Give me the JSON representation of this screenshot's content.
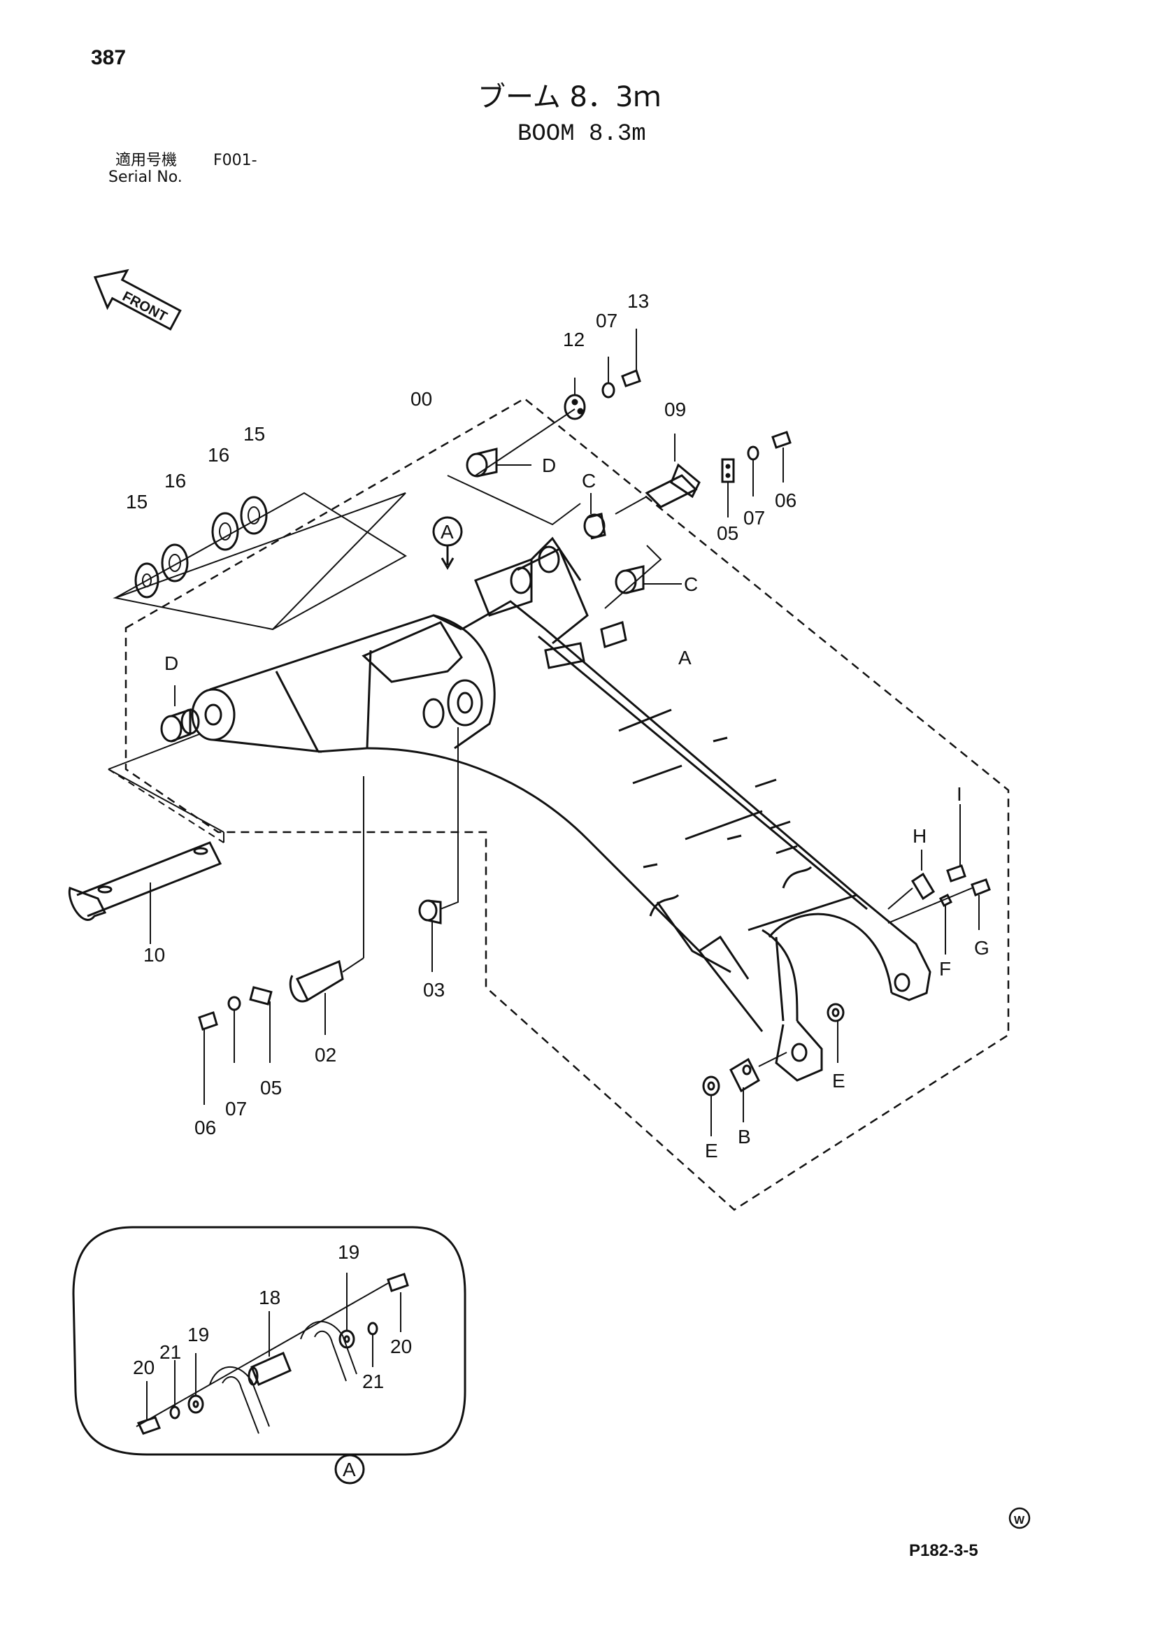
{
  "header": {
    "page_number": "387",
    "title_jp": "ブーム 8．3ｍ",
    "title_en": "BOOM 8.3m",
    "serial_label_jp": "適用号機",
    "serial_value": "F001-",
    "serial_label_en": "Serial No."
  },
  "front_arrow": {
    "label": "FRONT"
  },
  "callouts": {
    "p00": "00",
    "p02": "02",
    "p03": "03",
    "p05a": "05",
    "p05b": "05",
    "p06a": "06",
    "p06b": "06",
    "p07a": "07",
    "p07b": "07",
    "p07c": "07",
    "p09": "09",
    "p10": "10",
    "p12": "12",
    "p13": "13",
    "p15a": "15",
    "p15b": "15",
    "p16a": "16",
    "p16b": "16",
    "p18": "18",
    "p19a": "19",
    "p19b": "19",
    "p20a": "20",
    "p20b": "20",
    "p21a": "21",
    "p21b": "21"
  },
  "letters": {
    "A_circle": "A",
    "A_body": "A",
    "A_detail": "A",
    "B": "B",
    "C1": "C",
    "C2": "C",
    "D1": "D",
    "D2": "D",
    "E1": "E",
    "E2": "E",
    "F": "F",
    "G": "G",
    "H": "H",
    "I": "I"
  },
  "footer": {
    "mark": "W",
    "code": "P182-3-5"
  }
}
